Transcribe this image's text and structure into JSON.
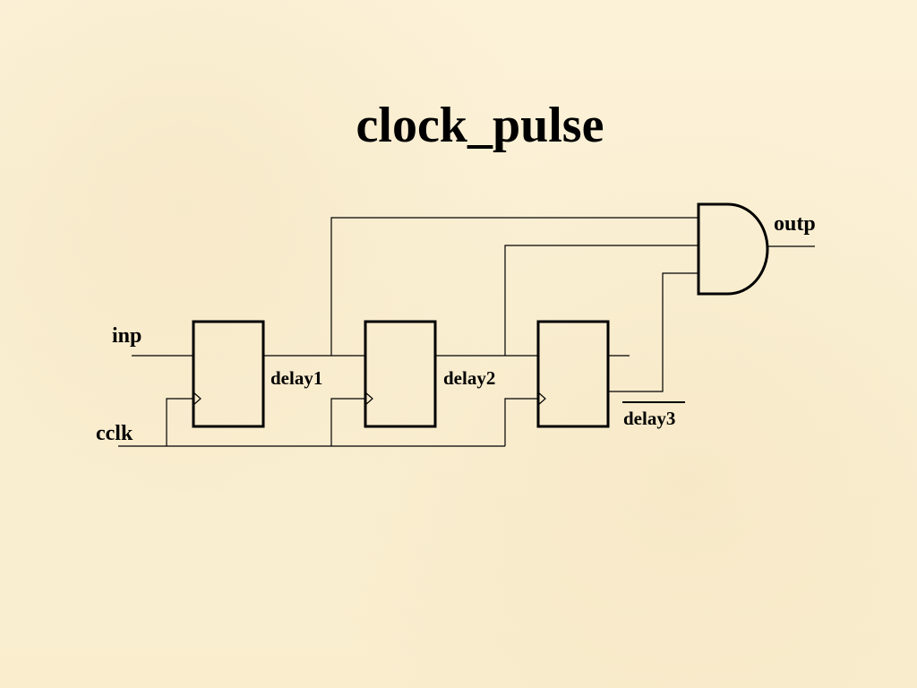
{
  "title": "clock_pulse",
  "signals": {
    "input": "inp",
    "clock": "cclk",
    "output": "outp",
    "d1": "delay1",
    "d2": "delay2",
    "d3": "delay3"
  },
  "colors": {
    "background": "#fbf0d3",
    "ink": "#000000"
  }
}
